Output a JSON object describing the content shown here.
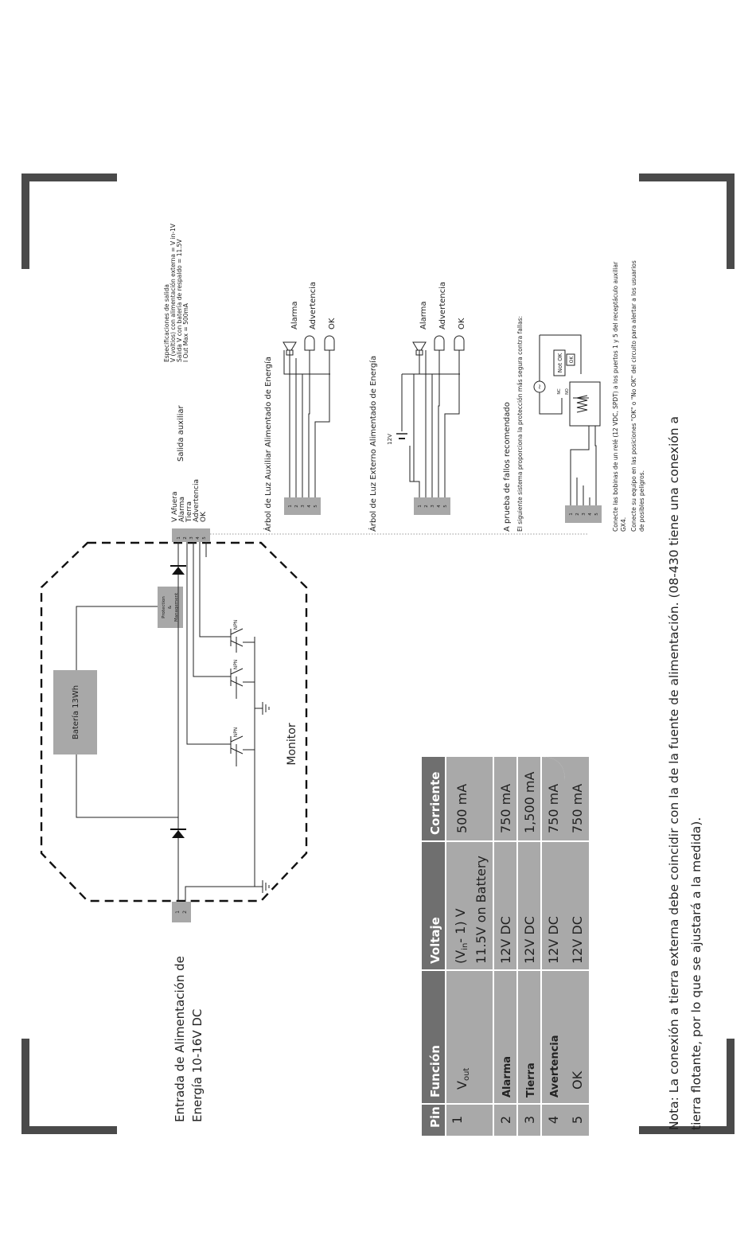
{
  "power_input": {
    "label_line1": "Entrada de Alimentación de",
    "label_line2": "Energía 10-16V DC",
    "pins": [
      "1",
      "2"
    ]
  },
  "battery": {
    "label": "Batería 13Wh"
  },
  "protection": {
    "line1": "Protection",
    "line2": "&",
    "line3": "Management"
  },
  "monitor": {
    "label": "Monitor"
  },
  "transistor_label": "NPN",
  "output_connector": {
    "pins": [
      "1",
      "2",
      "3",
      "4",
      "5"
    ],
    "labels": [
      "V Afuera",
      "Alarma",
      "Tierra",
      "Advertencia",
      "OK"
    ]
  },
  "aux_output_label": "Salida auxiliar",
  "output_specs": {
    "title": "Especificaciones de salida",
    "line1": "V (voltios) con alimentación externa = V in-1V",
    "line2": "Salida V con batería de respaldo = 11.5V",
    "line3": "I Out Max = 500mA"
  },
  "aux_tree": {
    "title": "Árbol de Luz Auxiliar Alimentado de Energía",
    "labels": [
      "Alarma",
      "Advertencia",
      "OK"
    ]
  },
  "ext_tree": {
    "title": "Árbol de Luz Externo Alimentado de Energía",
    "voltage": "12V",
    "labels": [
      "Alarma",
      "Advertencia",
      "OK"
    ]
  },
  "failsafe": {
    "title": "A prueba de fallos recomendado",
    "subtitle": "El siguiente sistema proporciona la protección más segura contra fallas:",
    "relay_nc": "NC",
    "relay_no": "NO",
    "not_ok": "Not OK",
    "ok": "OK",
    "note1": "Conecte las bobinas de un relé (12 VDC, SPDT) a los puertos 1 y 5 del receptáculo auxiliar",
    "note2": "GX4.",
    "note3": "Conecte su equipo en las posiciones \"OK\" o \"No OK\" del circuito para alertar a los usuarios",
    "note4": "de posibles peligros."
  },
  "pin_table": {
    "headers": [
      "Pin",
      "Función",
      "Voltaje",
      "Corriente"
    ],
    "rows": [
      {
        "pin": "1",
        "function": "V",
        "function_sub": "out",
        "voltage_line1": "(V",
        "voltage_sub": "in",
        "voltage_line1b": "- 1) V",
        "voltage_line2": "11.5V on Battery",
        "current": "500 mA"
      },
      {
        "pin": "2",
        "function": "Alarma",
        "voltage": "12V DC",
        "current": "750 mA"
      },
      {
        "pin": "3",
        "function": "Tierra",
        "voltage": "12V DC",
        "current": "1,500 mA"
      },
      {
        "pin": "4",
        "function": "Avertencia",
        "voltage": "12V DC",
        "current": "750 mA"
      },
      {
        "pin": "5",
        "function": "OK",
        "voltage": "12V DC",
        "current": "750 mA"
      }
    ]
  },
  "note": {
    "line1": "Nota: La conexión a tierra externa debe coincidir con la de la fuente de alimentación. (08-430 tiene una conexión a",
    "line2": "tierra flotante, por lo que se ajustará a la medida)."
  },
  "colors": {
    "connector_gray": "#a8a8a8",
    "table_header": "#6f6f6f",
    "table_cell": "#a9a9a9",
    "corner_bracket": "#4a4a4a"
  }
}
